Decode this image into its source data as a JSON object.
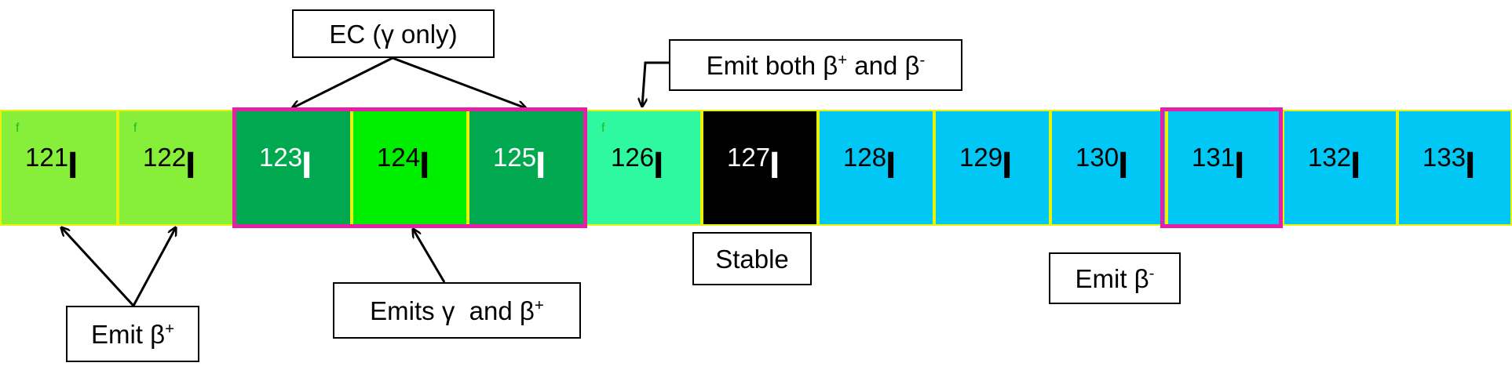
{
  "isotopes": [
    {
      "mass": "121",
      "symbol": "I",
      "flag": "f",
      "fill": "#87ee3a",
      "text_color": "#000000"
    },
    {
      "mass": "122",
      "symbol": "I",
      "flag": "f",
      "fill": "#87ee3a",
      "text_color": "#000000"
    },
    {
      "mass": "123",
      "symbol": "I",
      "flag": "",
      "fill": "#00a94f",
      "text_color": "#ffffff"
    },
    {
      "mass": "124",
      "symbol": "I",
      "flag": "",
      "fill": "#00ee00",
      "text_color": "#000000"
    },
    {
      "mass": "125",
      "symbol": "I",
      "flag": "",
      "fill": "#00a94f",
      "text_color": "#ffffff"
    },
    {
      "mass": "126",
      "symbol": "I",
      "flag": "f",
      "fill": "#2ef8a0",
      "text_color": "#000000"
    },
    {
      "mass": "127",
      "symbol": "I",
      "flag": "",
      "fill": "#000000",
      "text_color": "#ffffff"
    },
    {
      "mass": "128",
      "symbol": "I",
      "flag": "",
      "fill": "#00c7f4",
      "text_color": "#000000"
    },
    {
      "mass": "129",
      "symbol": "I",
      "flag": "",
      "fill": "#00c7f4",
      "text_color": "#000000"
    },
    {
      "mass": "130",
      "symbol": "I",
      "flag": "",
      "fill": "#00c7f4",
      "text_color": "#000000"
    },
    {
      "mass": "131",
      "symbol": "I",
      "flag": "",
      "fill": "#00c7f4",
      "text_color": "#000000"
    },
    {
      "mass": "132",
      "symbol": "I",
      "flag": "",
      "fill": "#00c7f4",
      "text_color": "#000000"
    },
    {
      "mass": "133",
      "symbol": "I",
      "flag": "",
      "fill": "#00c7f4",
      "text_color": "#000000"
    }
  ],
  "highlight_color": "#e61fa6",
  "labels": {
    "ec": "EC (γ only)",
    "both_prefix": "Emit both β",
    "both_sup1": "+",
    "both_mid": " and β",
    "both_sup2": "-",
    "stable": "Stable",
    "emit_beta_minus": "Emit β",
    "emit_beta_minus_sup": "-",
    "emits_gamma_prefix": "Emits γ  and β",
    "emits_gamma_sup": "+",
    "emit_beta_plus": "Emit β",
    "emit_beta_plus_sup": "+"
  }
}
